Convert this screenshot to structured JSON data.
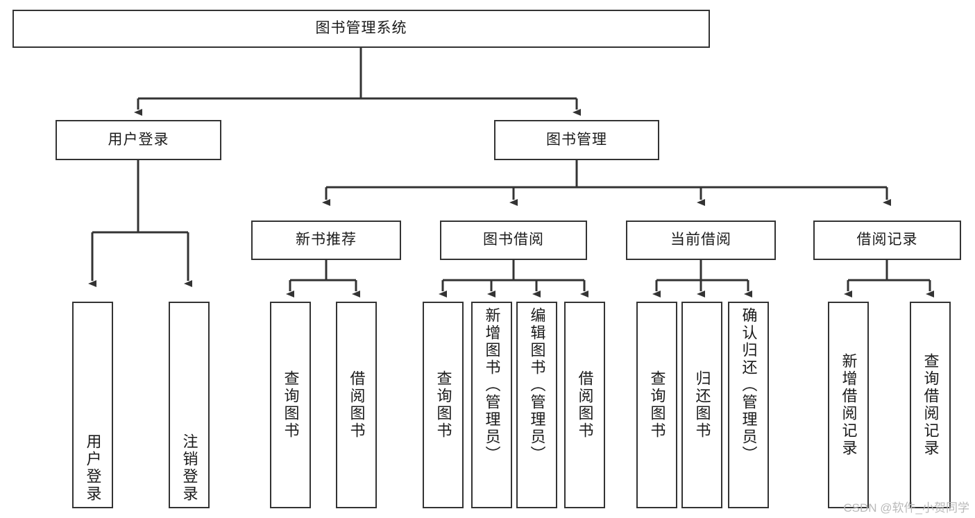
{
  "diagram": {
    "title": "图书管理系统",
    "watermark": "CSDN @软件_小贺同学",
    "stroke_color": "#333333",
    "background_color": "#ffffff",
    "text_color": "#1b1b1b",
    "watermark_color": "#b9b9b9",
    "type": "tree-hierarchy",
    "levels": 3,
    "nodes": {
      "root": {
        "label": "图书管理系统"
      },
      "level1": [
        {
          "label": "用户登录"
        },
        {
          "label": "图书管理"
        }
      ],
      "level2": [
        {
          "label": "新书推荐"
        },
        {
          "label": "图书借阅"
        },
        {
          "label": "当前借阅"
        },
        {
          "label": "借阅记录"
        }
      ],
      "leaves": {
        "user_login": [
          {
            "label": "用户登录"
          },
          {
            "label": "注销登录"
          }
        ],
        "new_book_recommend": [
          {
            "label": "查询图书"
          },
          {
            "label": "借阅图书"
          }
        ],
        "book_borrow": [
          {
            "label": "查询图书"
          },
          {
            "label": "新增图书（管理员）"
          },
          {
            "label": "编辑图书（管理员）"
          },
          {
            "label": "借阅图书"
          }
        ],
        "current_borrow": [
          {
            "label": "查询图书"
          },
          {
            "label": "归还图书"
          },
          {
            "label": "确认归还（管理员）"
          }
        ],
        "borrow_records": [
          {
            "label": "新增借阅记录"
          },
          {
            "label": "查询借阅记录"
          }
        ]
      }
    }
  }
}
